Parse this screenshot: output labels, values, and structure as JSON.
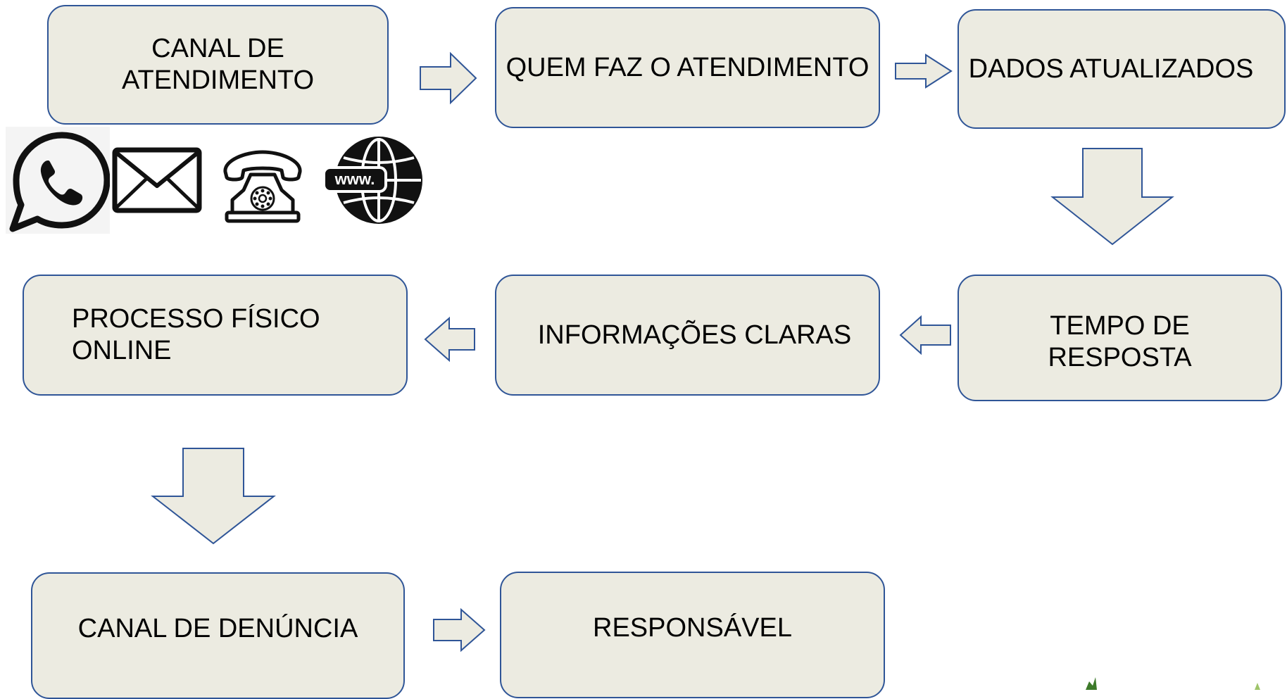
{
  "flow": {
    "nodes": [
      {
        "id": "canal-de-atendimento",
        "label": "CANAL DE\nATENDIMENTO"
      },
      {
        "id": "quem-faz-o-atendimento",
        "label": "QUEM FAZ O ATENDIMENTO"
      },
      {
        "id": "dados-atualizados",
        "label": "DADOS ATUALIZADOS"
      },
      {
        "id": "tempo-de-resposta",
        "label": "TEMPO DE\nRESPOSTA"
      },
      {
        "id": "informacoes-claras",
        "label": "INFORMAÇÕES CLARAS"
      },
      {
        "id": "processo-fisico-online",
        "label": "PROCESSO FÍSICO\nONLINE"
      },
      {
        "id": "canal-de-denuncia",
        "label": "CANAL DE DENÚNCIA"
      },
      {
        "id": "responsavel",
        "label": "RESPONSÁVEL"
      }
    ],
    "connections": [
      {
        "from": "canal-de-atendimento",
        "to": "quem-faz-o-atendimento"
      },
      {
        "from": "quem-faz-o-atendimento",
        "to": "dados-atualizados"
      },
      {
        "from": "dados-atualizados",
        "to": "tempo-de-resposta"
      },
      {
        "from": "tempo-de-resposta",
        "to": "informacoes-claras"
      },
      {
        "from": "informacoes-claras",
        "to": "processo-fisico-online"
      },
      {
        "from": "processo-fisico-online",
        "to": "canal-de-denuncia"
      },
      {
        "from": "canal-de-denuncia",
        "to": "responsavel"
      }
    ]
  },
  "channel_icons": [
    "whatsapp-icon",
    "envelope-icon",
    "telephone-icon",
    "globe-www-icon"
  ],
  "www_label": "www.",
  "colors": {
    "box_fill": "#ecebe1",
    "box_border": "#2f5597",
    "arrow_fill": "#ecebe1",
    "arrow_stroke": "#2f5597",
    "icon": "#111111"
  }
}
